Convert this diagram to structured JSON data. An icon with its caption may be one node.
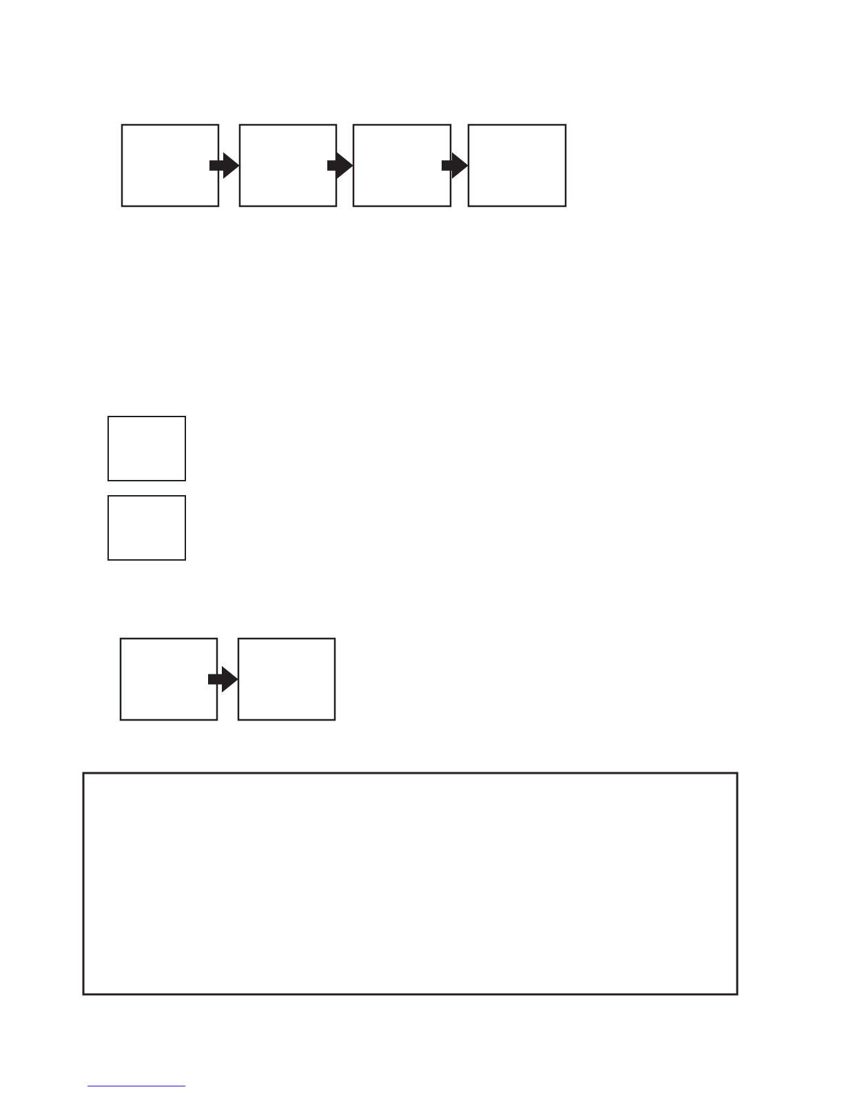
{
  "diagram": {
    "nodes": [
      {
        "text": [],
        "shape": "box"
      },
      {
        "text": [],
        "shape": "box"
      },
      {
        "text": [],
        "shape": "box"
      },
      {
        "text": [],
        "shape": "box"
      },
      {
        "text": [],
        "shape": "box"
      },
      {
        "text": [],
        "shape": "box"
      },
      {
        "text": [],
        "shape": "box"
      },
      {
        "text": [],
        "shape": "box"
      },
      {
        "text": [],
        "shape": "box"
      }
    ],
    "edges": [
      {
        "from": 0,
        "to": 1,
        "arrow": "to"
      },
      {
        "from": 1,
        "to": 2,
        "arrow": "to"
      },
      {
        "from": 2,
        "to": 3,
        "arrow": "to"
      },
      {
        "from": 6,
        "to": 7,
        "arrow": "to"
      }
    ]
  }
}
